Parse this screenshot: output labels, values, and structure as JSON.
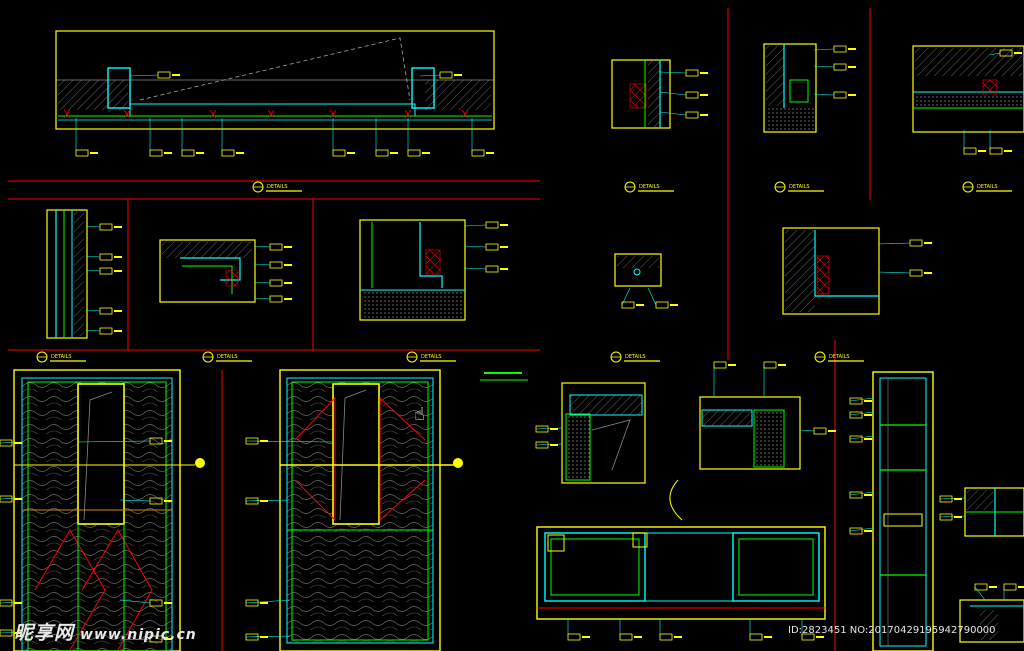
{
  "drawing": {
    "background": "#000000",
    "colors": {
      "frame": "#ffff00",
      "wall": "#00ffff",
      "trim": "#00ff00",
      "hatch": "#ff0000",
      "dim": "#00ffff",
      "label": "#ffff00",
      "pattern": "#808080"
    },
    "detail_tags": [
      {
        "id": "d1",
        "text": "DETAILS"
      },
      {
        "id": "d2",
        "text": "DETAILS"
      },
      {
        "id": "d3",
        "text": "DETAILS"
      },
      {
        "id": "d4",
        "text": "DETAILS"
      },
      {
        "id": "d5",
        "text": "DETAILS"
      },
      {
        "id": "d6",
        "text": "DETAILS"
      },
      {
        "id": "d7",
        "text": "DETAILS"
      },
      {
        "id": "d8",
        "text": "DETAILS"
      },
      {
        "id": "d9",
        "text": "DETAILS"
      }
    ]
  },
  "watermark": {
    "brand": "昵享网",
    "url": "www.nipic.cn",
    "id_text": "ID:2823451 NO:20170429195942790000"
  }
}
